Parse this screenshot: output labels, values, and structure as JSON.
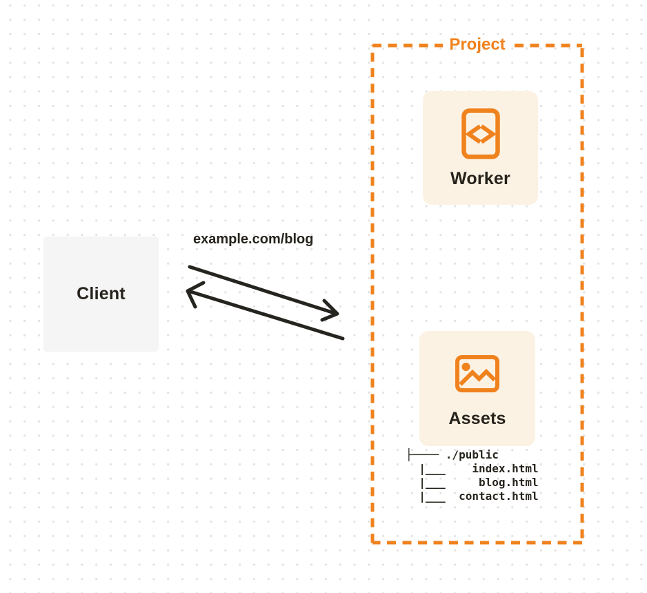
{
  "client": {
    "label": "Client"
  },
  "request": {
    "url": "example.com/blog"
  },
  "project": {
    "label": "Project",
    "worker": {
      "label": "Worker",
      "icon": "code-file-icon"
    },
    "assets": {
      "label": "Assets",
      "icon": "image-icon",
      "tree": [
        "├──── ./public",
        "  |___    index.html",
        "  |___     blog.html",
        "  |___  contact.html"
      ]
    }
  },
  "colors": {
    "accent_orange": "#f0821e",
    "card_background": "#fcf2e3",
    "client_background": "#f5f5f6",
    "text_dark": "#26231c",
    "arrow_black": "#26241f",
    "grid_dot": "#e3e3e3"
  }
}
